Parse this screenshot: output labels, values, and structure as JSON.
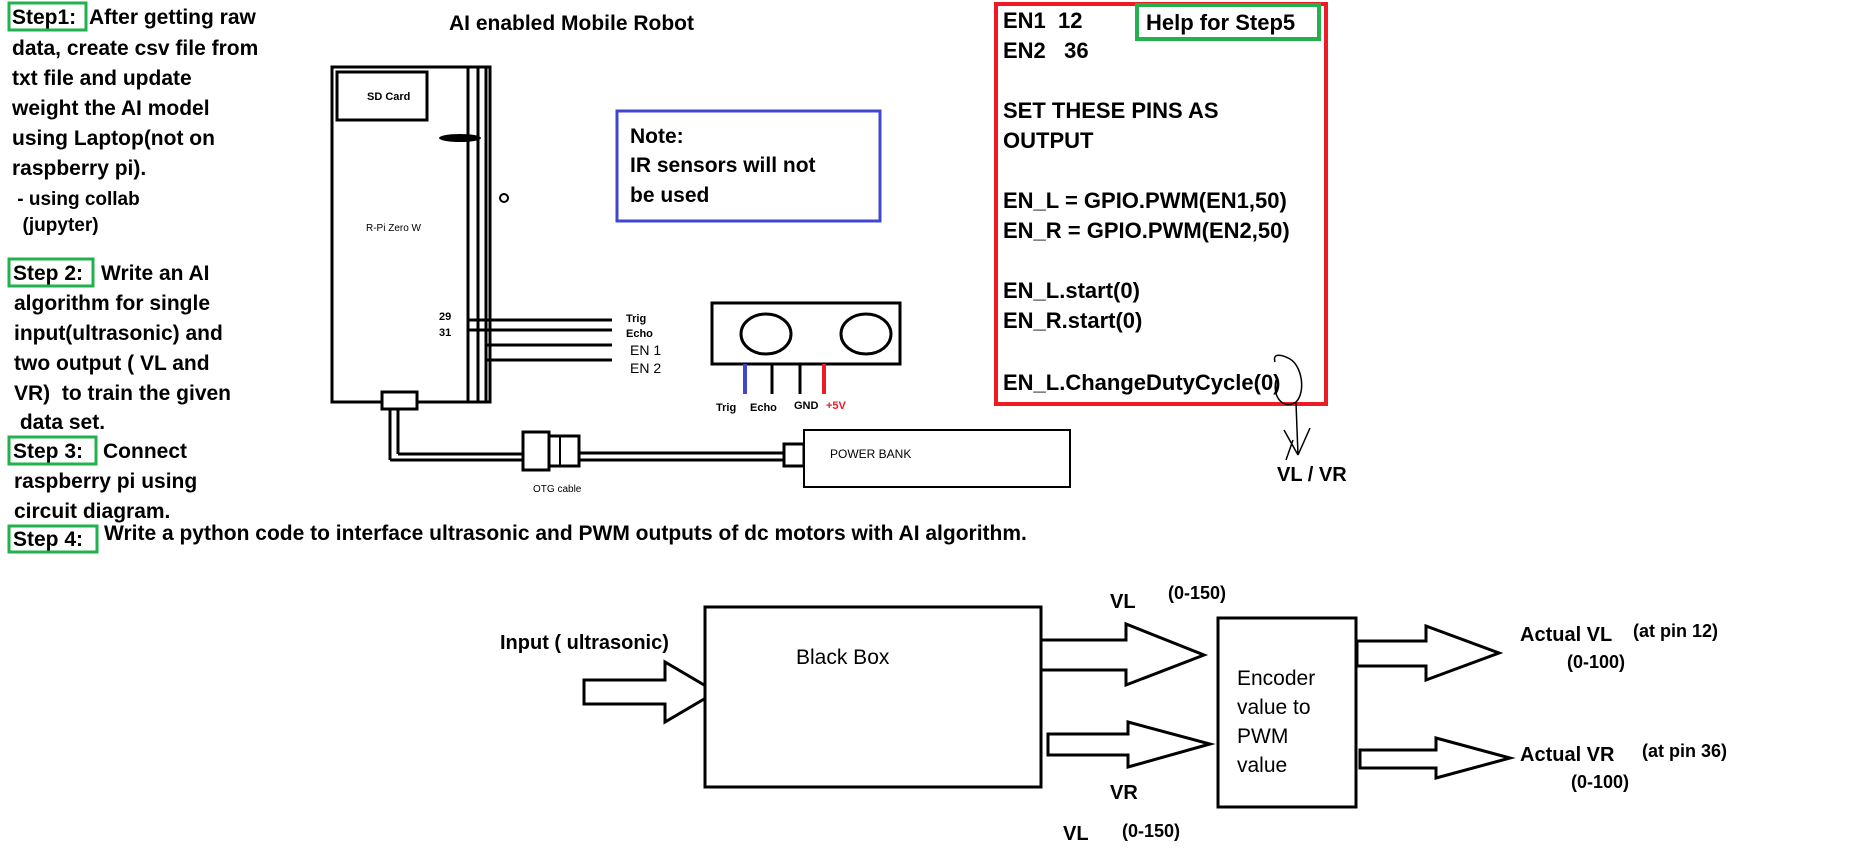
{
  "colors": {
    "step_box": "#22b14c",
    "note_box": "#3f48cc",
    "code_box": "#ed1c24",
    "trig_wire": "#3f48cc",
    "vcc_wire": "#ed1c24",
    "vcc_label": "#ed1c24"
  },
  "title": "AI enabled Mobile Robot",
  "steps": [
    {
      "label": "Step1:",
      "lines": [
        "After getting raw",
        "data, create csv file from",
        "txt file and update",
        "weight the AI model",
        "using Laptop(not on",
        "raspberry pi).",
        " - using collab",
        "  (jupyter)"
      ]
    },
    {
      "label": "Step 2:",
      "lines": [
        "Write an AI",
        "algorithm for single",
        "input(ultrasonic) and",
        "two output ( VL and",
        "VR)  to train the given",
        " data set."
      ]
    },
    {
      "label": "Step 3:",
      "lines": [
        "Connect",
        "raspberry pi using",
        "circuit diagram."
      ]
    },
    {
      "label": "Step 4:",
      "lines": [
        "Write a python code to interface ultrasonic and PWM outputs of dc motors with AI algorithm."
      ]
    }
  ],
  "board": {
    "sd_card": "SD Card",
    "name": "R-Pi Zero W",
    "pin_29": "29",
    "pin_31": "31",
    "wire_labels": [
      "Trig",
      "Echo",
      "EN 1",
      "EN 2"
    ],
    "otg_label": "OTG cable",
    "power_bank": "POWER BANK"
  },
  "sensor": {
    "pins": [
      "Trig",
      "Echo",
      "GND",
      "+5V"
    ]
  },
  "note": {
    "lines": [
      "Note:",
      "IR sensors will not",
      "be used"
    ]
  },
  "code_panel": {
    "help_label": "Help for Step5",
    "lines": [
      "EN1  12",
      "EN2   36",
      "",
      "SET THESE PINS AS",
      "OUTPUT",
      "",
      "EN_L = GPIO.PWM(EN1,50)",
      "EN_R = GPIO.PWM(EN2,50)",
      "",
      "EN_L.start(0)",
      "EN_R.start(0)",
      "",
      "EN_L.ChangeDutyCycle(0)"
    ],
    "pointer_label": "VL / VR"
  },
  "block_diagram": {
    "input_label": "Input ( ultrasonic)",
    "black_box": "Black Box",
    "vl_label": "VL",
    "vl_range": "(0-150)",
    "vr_label": "VR",
    "vr_bottom_label": "VL",
    "vr_range": "(0-150)",
    "encoder_lines": [
      "Encoder",
      "value to",
      "PWM",
      "value"
    ],
    "actual_vl": "Actual VL",
    "actual_vl_pin": "(at pin 12)",
    "actual_vl_range": "(0-100)",
    "actual_vr": "Actual VR",
    "actual_vr_pin": "(at pin 36)",
    "actual_vr_range": "(0-100)"
  }
}
